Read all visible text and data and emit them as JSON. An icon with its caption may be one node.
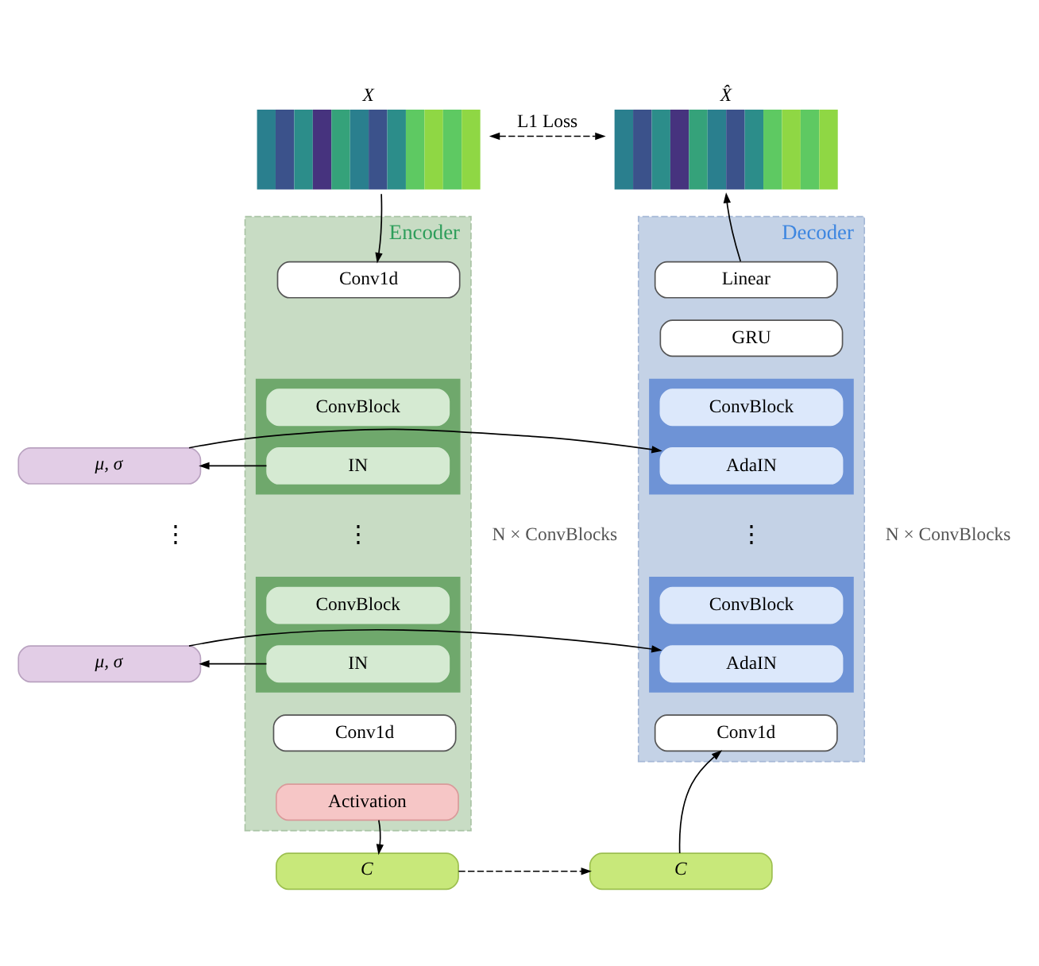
{
  "diagram": {
    "nodes": [
      {
        "text": [
          "X"
        ]
      },
      {
        "text": [
          "X̂"
        ]
      },
      {
        "text": [
          "Encoder"
        ]
      },
      {
        "text": [
          "Conv1d"
        ],
        "in": 2
      },
      {
        "text": [],
        "shape": "box",
        "in": 2
      },
      {
        "text": [
          "ConvBlock"
        ],
        "in": 4
      },
      {
        "text": [
          "IN"
        ],
        "in": 4
      },
      {
        "text": [],
        "shape": "box",
        "in": 2
      },
      {
        "text": [
          "ConvBlock"
        ],
        "in": 7
      },
      {
        "text": [
          "IN"
        ],
        "in": 7
      },
      {
        "text": [
          "Conv1d"
        ],
        "in": 2
      },
      {
        "text": [
          "Activation"
        ],
        "in": 2
      },
      {
        "text": [
          "Decoder"
        ]
      },
      {
        "text": [
          "Linear"
        ],
        "in": 12
      },
      {
        "text": [
          "GRU"
        ],
        "in": 12
      },
      {
        "text": [],
        "shape": "box",
        "in": 12
      },
      {
        "text": [
          "ConvBlock"
        ],
        "in": 15
      },
      {
        "text": [
          "AdaIN"
        ],
        "in": 15
      },
      {
        "text": [],
        "shape": "box",
        "in": 12
      },
      {
        "text": [
          "ConvBlock"
        ],
        "in": 18
      },
      {
        "text": [
          "AdaIN"
        ],
        "in": 18
      },
      {
        "text": [
          "Conv1d"
        ],
        "in": 12
      },
      {
        "text": [
          "μ, σ"
        ]
      },
      {
        "text": [
          "μ, σ"
        ]
      },
      {
        "text": [
          "C"
        ]
      },
      {
        "text": [
          "C"
        ]
      }
    ],
    "edges": [
      {
        "from": 0,
        "to": 1,
        "arrow": "both",
        "label": "L1 Loss",
        "style": "dashed"
      },
      {
        "from": 0,
        "to": 3,
        "arrow": "to"
      },
      {
        "from": 13,
        "to": 1,
        "arrow": "to"
      },
      {
        "from": 6,
        "to": 22,
        "arrow": "to"
      },
      {
        "from": 22,
        "to": 17,
        "arrow": "to"
      },
      {
        "from": 9,
        "to": 23,
        "arrow": "to"
      },
      {
        "from": 23,
        "to": 20,
        "arrow": "to"
      },
      {
        "from": 11,
        "to": 24,
        "arrow": "to"
      },
      {
        "from": 24,
        "to": 25,
        "arrow": "to",
        "style": "dashed"
      },
      {
        "from": 25,
        "to": 21,
        "arrow": "to"
      }
    ],
    "labels": [
      "N × ConvBlocks",
      "⋮",
      "⋮",
      "⋮",
      "N × ConvBlocks"
    ]
  }
}
